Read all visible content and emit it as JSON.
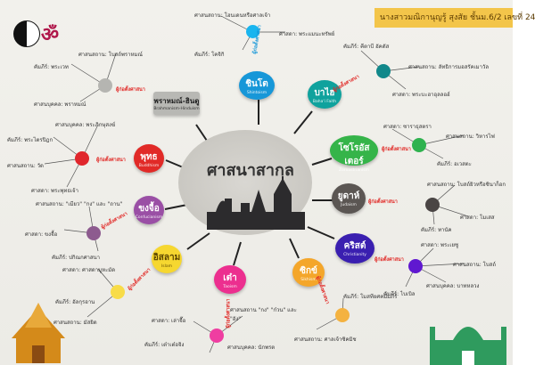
{
  "header": {
    "title": "นางสาวมณิกานุญรู้ สุงสัย ชั้นม.6/2 เลขที่ 24"
  },
  "center": {
    "title": "ศาสนาสากล"
  },
  "colors": {
    "accent": "#f3c54a"
  },
  "topics": [
    {
      "id": "shinto",
      "title": "ชินโต",
      "subtitle": "Shintoism"
    },
    {
      "id": "baha",
      "title": "บาไฮ",
      "subtitle": "Baha'i Faith"
    },
    {
      "id": "zoro",
      "title": "โซโรอัสเตอร์",
      "subtitle": "Zoroastrianism"
    },
    {
      "id": "judaism",
      "title": "ยูดาห์",
      "subtitle": "Judaism"
    },
    {
      "id": "christ",
      "title": "คริสต์",
      "subtitle": "Christianity"
    },
    {
      "id": "sikh",
      "title": "ซิกข์",
      "subtitle": "Sikhism"
    },
    {
      "id": "tao",
      "title": "เต๋า",
      "subtitle": "Taoism"
    },
    {
      "id": "islam",
      "title": "อิสลาม",
      "subtitle": "Islam"
    },
    {
      "id": "confucian",
      "title": "ขงจื้อ",
      "subtitle": "Confucianism"
    },
    {
      "id": "buddhism",
      "title": "พุทธ",
      "subtitle": "Buddhism"
    },
    {
      "id": "brahmin",
      "title": "พราหมณ์-ฮินดู",
      "subtitle": "Brahmanism-Hinduism"
    }
  ],
  "labels": {
    "shinto": {
      "founder_tag": "ผู้ก่อตั้งศาสนา",
      "name": "ศาสนสถาน: โฮนเดนหรือศาลเจ้า",
      "book": "ศาสดา: พระแมนะทรัพย์",
      "scripture": "คัมภีร์: โคจิกิ"
    },
    "baha": {
      "founder_tag": "ผู้ก่อตั้งศาสนา",
      "book": "คัมภีร์: คีตาบี อัคดัส",
      "place": "ศาสนสถาน: ลัทธิการมอสรัคเมาวัล",
      "head": "ศาสดา: พระบะฮาอุลลอฮ์"
    },
    "zoro": {
      "founder_tag": "ผู้ก่อตั้งศาสนา",
      "prophet": "ศาสดา: ซาราธุสตรา",
      "place": "ศาสนสถาน: วิหารไฟ",
      "book": "คัมภีร์: อเวสตะ"
    },
    "judaism": {
      "founder_tag": "ผู้ก่อตั้งศาสนา",
      "place": "ศาสนสถาน: โบสถ์ยิวหรือซินาก็อก",
      "prophet": "ศาสดา: โมเสส",
      "book": "คัมภีร์: ทานัค"
    },
    "christ": {
      "founder_tag": "ผู้ก่อตั้งศาสนา",
      "prophet": "ศาสดา: พระเยซู",
      "place": "ศาสนสถาน: โบสถ์",
      "clergy": "ศาสนบุคคล: บาทหลวง",
      "book": "คัมภีร์: ไบเบิล"
    },
    "sikh": {
      "founder_tag": "ผู้ก่อตั้งศาสนา",
      "book": "คัมภีร์: โมสทียศคมัมภีร์",
      "place": "ศาสนสถาน: ศาลเจ้าซิคมิช"
    },
    "tao": {
      "founder_tag": "ผู้ก่อตั้งศาสนา",
      "prophet": "ศาสดา: เล่าจื๊อ",
      "place": "ศาสนสถาน \"กง\" \"ก๋วน\" และ \"อัง\"",
      "book": "คัมภีร์: เต๋าเต๋อจิง",
      "clergy": "ศาสนบุคคล: นักพรต"
    },
    "islam": {
      "founder_tag": "ผู้ก่อตั้งศาสนา",
      "prophet": "ศาสดา: ศาสดามูหะมัด",
      "book": "คัมภีร์: อัลกุรอาน",
      "place": "ศาสนสถาน: มัสยิด"
    },
    "confucian": {
      "founder_tag": "ผู้ก่อตั้งศาสนา",
      "place": "ศาสนสถาน: \"เมียว\" \"กง\" และ \"ถาน\"",
      "prophet": "ศาสดา: ขงจื้อ",
      "book": "คัมภีร์: ปกิณกศาสนา"
    },
    "buddhism": {
      "founder_tag": "ผู้ก่อตั้งศาสนา",
      "clergy": "ศาสนบุคคล: พระภิกษุสงฆ์",
      "book": "คัมภีร์: พระไตรปิฎก",
      "place": "ศาสนสถาน: วัด",
      "prophet": "ศาสดา: พระพุทธเจ้า"
    },
    "brahmin": {
      "founder_tag": "ผู้ก่อตั้งศาสนา",
      "place": "ศาสนสถาน: โบสถ์พราหมณ์",
      "book": "คัมภีร์: พระเวท",
      "clergy": "ศาสนบุคคล: พราหมณ์"
    }
  }
}
